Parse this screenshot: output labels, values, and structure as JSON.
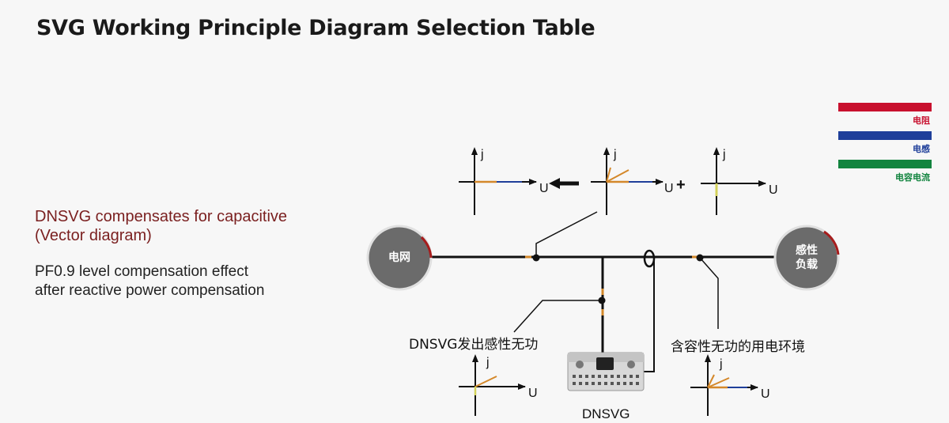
{
  "title": "SVG Working Principle Diagram Selection Table",
  "description": {
    "heading_line1": "DNSVG compensates for capacitive",
    "heading_line2": "(Vector diagram)",
    "text_line1": "PF0.9 level compensation effect",
    "text_line2": "after reactive power compensation"
  },
  "legend": [
    {
      "label": "电阻",
      "color": "#c8102e"
    },
    {
      "label": "电感",
      "color": "#1f3f9a"
    },
    {
      "label": "电容电流",
      "color": "#12843f"
    }
  ],
  "nodes": {
    "grid": "电网",
    "load": "感性\n负载",
    "device": "DNSVG"
  },
  "labels": {
    "svg_output": "DNSVG发出感性无功",
    "env": "含容性无功的用电环境",
    "axis_j": "j",
    "axis_u": "U"
  },
  "operators": {
    "plus": "+"
  },
  "colors": {
    "resistive": "#d4882a",
    "inductive": "#1f3f9a",
    "capacitive": "#d4d25a",
    "node": "#6b6b6b",
    "arc": "#a61c1c"
  }
}
